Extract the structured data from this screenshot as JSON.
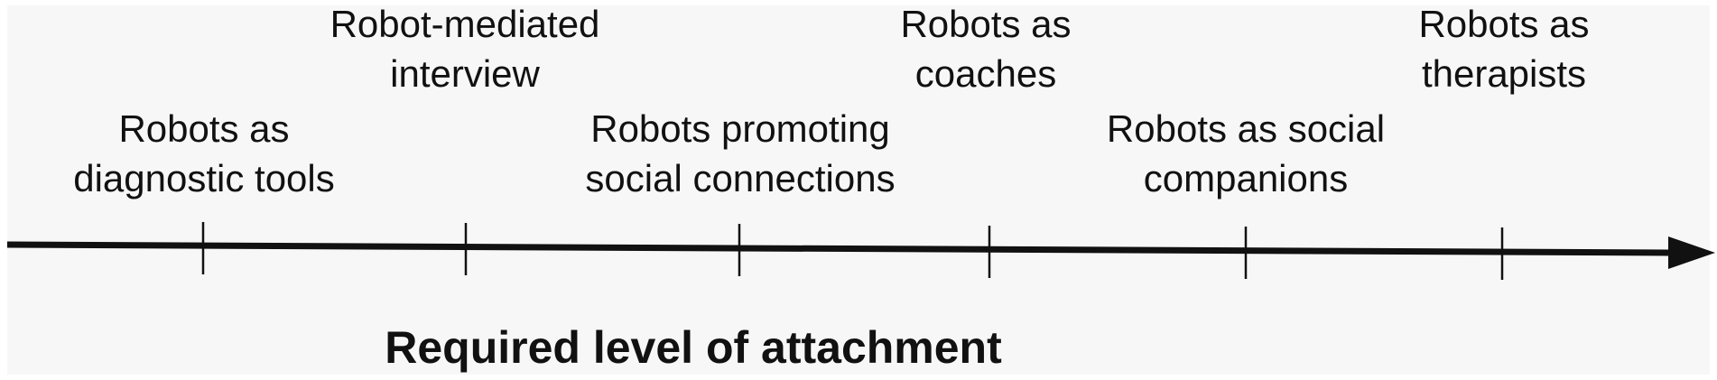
{
  "timeline": {
    "axis_title": "Required level of attachment",
    "colors": {
      "line": "#111111",
      "background": "#f7f7f7"
    },
    "items": [
      {
        "line1": "Robots as",
        "line2": "diagnostic tools"
      },
      {
        "line1": "Robot-mediated",
        "line2": "interview"
      },
      {
        "line1": "Robots promoting",
        "line2": "social connections"
      },
      {
        "line1": "Robots as",
        "line2": "coaches"
      },
      {
        "line1": "Robots as social",
        "line2": "companions"
      },
      {
        "line1": "Robots as",
        "line2": "therapists"
      }
    ]
  }
}
